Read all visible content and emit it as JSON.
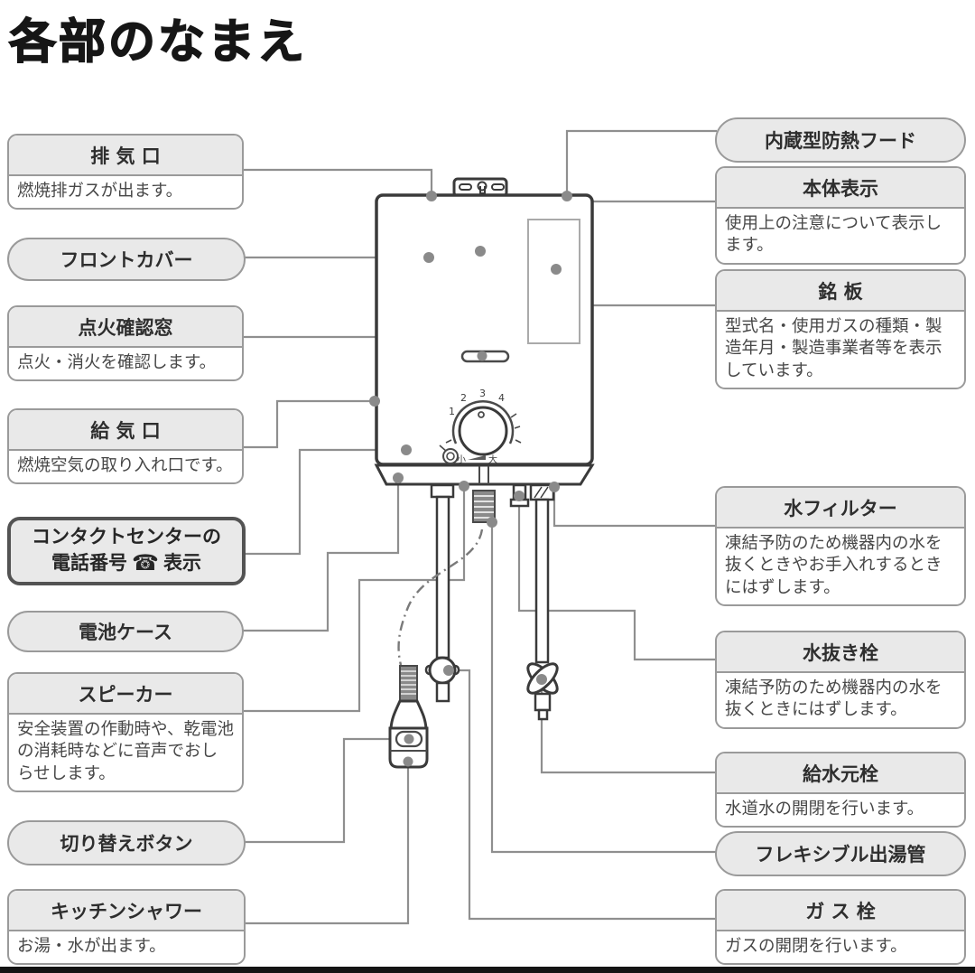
{
  "title": "各部のなまえ",
  "left_labels": [
    {
      "id": "exhaust-port",
      "title": "排  気  口",
      "desc": "燃焼排ガスが出ます。"
    },
    {
      "id": "front-cover",
      "title": "フロントカバー"
    },
    {
      "id": "ignition-window",
      "title": "点火確認窓",
      "desc": "点火・消火を確認します。"
    },
    {
      "id": "air-inlet",
      "title": "給  気  口",
      "desc": "燃焼空気の取り入れ口です。"
    },
    {
      "id": "contact-center",
      "line1": "コンタクトセンターの",
      "line2_pre": "電話番号",
      "phone_icon": "☎",
      "line2_post": "表示"
    },
    {
      "id": "battery-case",
      "title": "電池ケース"
    },
    {
      "id": "speaker",
      "title": "スピーカー",
      "desc": "安全装置の作動時や、乾電池の消耗時などに音声でおしらせします。"
    },
    {
      "id": "switch-button",
      "title": "切り替えボタン"
    },
    {
      "id": "kitchen-shower",
      "title": "キッチンシャワー",
      "desc": "お湯・水が出ます。"
    }
  ],
  "right_labels": [
    {
      "id": "built-in-heat-hood",
      "title": "内蔵型防熱フード"
    },
    {
      "id": "body-display",
      "title": "本体表示",
      "desc": "使用上の注意について表示します。"
    },
    {
      "id": "nameplate",
      "title": "銘  板",
      "desc": "型式名・使用ガスの種類・製造年月・製造事業者等を表示しています。"
    },
    {
      "id": "water-filter",
      "title": "水フィルター",
      "desc": "凍結予防のため機器内の水を抜くときやお手入れするときにはずします。"
    },
    {
      "id": "drain-plug",
      "title": "水抜き栓",
      "desc": "凍結予防のため機器内の水を抜くときにはずします。"
    },
    {
      "id": "water-supply-valve",
      "title": "給水元栓",
      "desc": "水道水の開閉を行います。"
    },
    {
      "id": "flexible-outlet-pipe",
      "title": "フレキシブル出湯管"
    },
    {
      "id": "gas-valve",
      "title": "ガ  ス  栓",
      "desc": "ガスの開閉を行います。"
    }
  ],
  "dial": {
    "numbers": [
      "1",
      "2",
      "3",
      "4"
    ],
    "min_label": "小",
    "max_label": "大"
  },
  "colors": {
    "callout_line": "#8f8f8f",
    "device_outline": "#3a3a3a",
    "label_fill": "#e9e9e9",
    "label_border": "#9a9a9a",
    "dot": "#8a8a8a"
  }
}
